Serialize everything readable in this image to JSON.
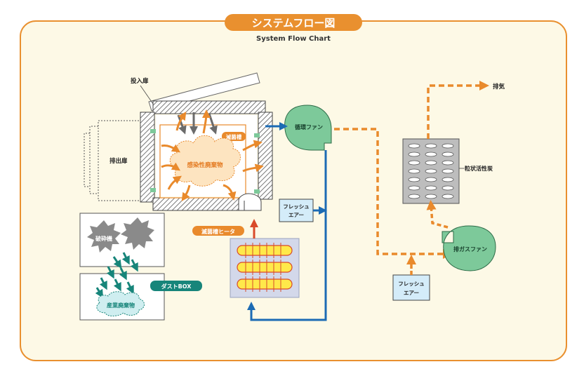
{
  "title": "システムフロー図",
  "subtitle": "System Flow Chart",
  "labels": {
    "input_door": "投入扉",
    "output_door": "排出扉",
    "infected_waste": "感染性廃棄物",
    "sterilizer": "滅菌槽",
    "circulation_fan": "循環ファン",
    "fresh_air_1": "フレッシュ\nエアー",
    "sterilizer_heater": "滅菌槽ヒータ",
    "crusher": "破砕機",
    "dust_box": "ダストBOX",
    "industrial_waste": "産業廃棄物",
    "activated_carbon": "粒状活性炭",
    "exhaust": "排気",
    "exhaust_fan": "排ガスファン",
    "fresh_air_2": "フレッシュ\nエアー"
  },
  "colors": {
    "frame_bg": "#fdf9e6",
    "frame_border": "#e9902f",
    "orange": "#e98a2c",
    "blue": "#1c6bb4",
    "teal": "#17857a",
    "fan_green": "#7dc99a",
    "red_pipe": "#d94a2a"
  }
}
